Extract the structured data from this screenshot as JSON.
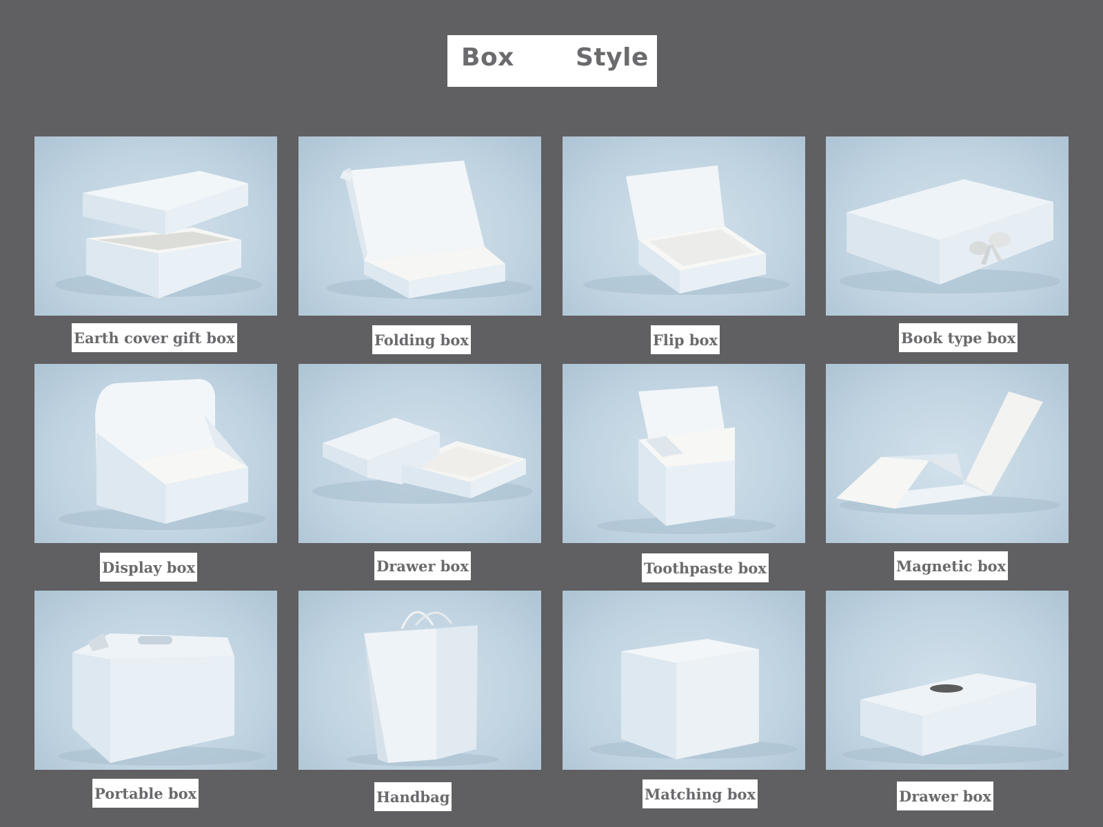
{
  "title": {
    "word1": "Box",
    "word2": "Style"
  },
  "items": [
    {
      "label": "Earth cover gift box",
      "icon": "lid-and-base-box-icon"
    },
    {
      "label": "Folding box",
      "icon": "folding-mailer-box-icon"
    },
    {
      "label": "Flip box",
      "icon": "flip-lid-box-icon"
    },
    {
      "label": "Book type box",
      "icon": "book-box-with-ribbon-icon"
    },
    {
      "label": "Display box",
      "icon": "display-box-icon"
    },
    {
      "label": "Drawer box",
      "icon": "sliding-drawer-box-icon"
    },
    {
      "label": "Toothpaste box",
      "icon": "tuck-end-box-icon"
    },
    {
      "label": "Magnetic  box",
      "icon": "magnetic-folding-box-icon"
    },
    {
      "label": "Portable box",
      "icon": "carry-handle-box-icon"
    },
    {
      "label": "Handbag",
      "icon": "paper-bag-icon"
    },
    {
      "label": "Matching box",
      "icon": "shipping-carton-icon"
    },
    {
      "label": "Drawer box",
      "icon": "tissue-box-icon"
    }
  ]
}
